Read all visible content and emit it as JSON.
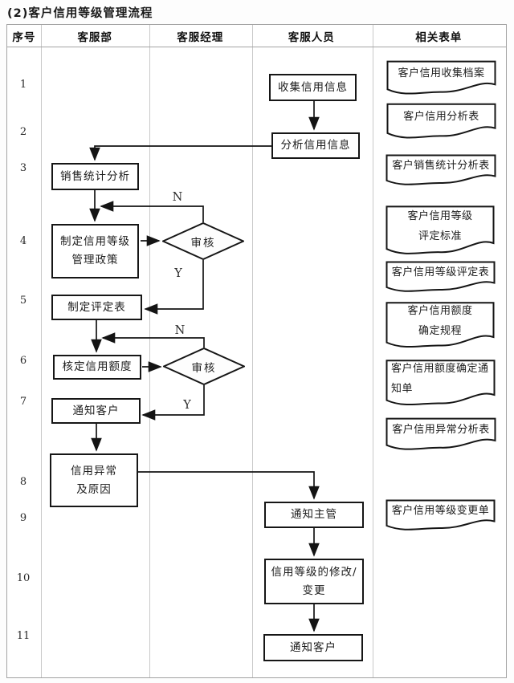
{
  "title": "(2)客户信用等级管理流程",
  "header": {
    "columns": [
      "序号",
      "客服部",
      "客服经理",
      "客服人员",
      "相关表单"
    ]
  },
  "row_numbers": [
    "1",
    "2",
    "3",
    "4",
    "5",
    "6",
    "7",
    "8",
    "9",
    "10",
    "11"
  ],
  "flow": {
    "collect_info": "收集信用信息",
    "analyze_info": "分析信用信息",
    "sales_stats": "销售统计分析",
    "policy": "制定信用等级\n管理政策",
    "review1": "审核",
    "rating_table": "制定评定表",
    "credit_limit": "核定信用额度",
    "review2": "审核",
    "notify_customer1": "通知客户",
    "credit_abnormal": "信用异常\n及原因",
    "notify_supervisor": "通知主管",
    "modify_rating": "信用等级的修改/\n变更",
    "notify_customer2": "通知客户",
    "n1": "N",
    "y1": "Y",
    "n2": "N",
    "y2": "Y"
  },
  "documents": [
    "客户信用收集档案",
    "客户信用分析表",
    "客户销售统计分析表",
    "客户信用等级\n评定标准",
    "客户信用等级评定表",
    "客户信用额度\n确定规程",
    "客户信用额度确定通\n知单",
    "客户信用异常分析表",
    "客户信用等级变更单"
  ],
  "colors": {
    "line": "#141414",
    "box_border": "#161616",
    "grid": "#c9c9c9",
    "text": "#1c1c1c"
  }
}
